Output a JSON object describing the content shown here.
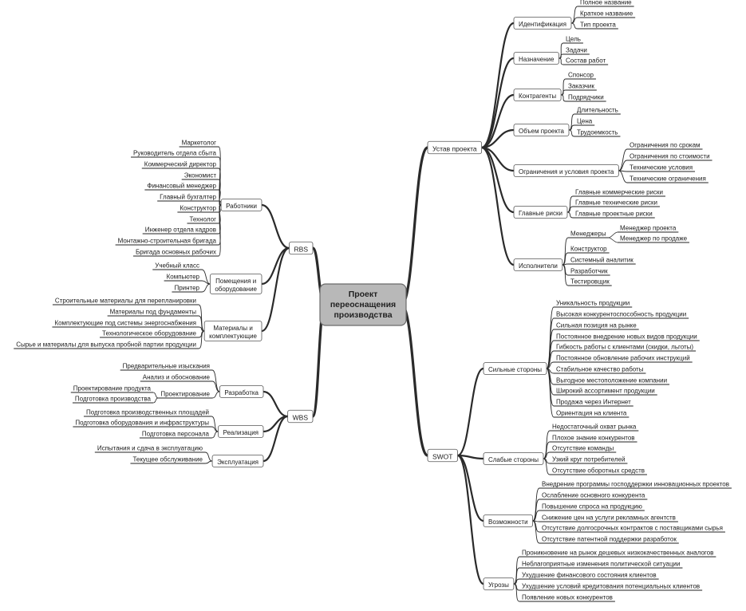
{
  "root": {
    "lines": [
      "Проект",
      "переоснащения",
      "производства"
    ]
  },
  "branches": [
    {
      "label": "Устав проекта",
      "children": [
        {
          "label": "Идентификация",
          "items": [
            "Полное название",
            "Краткое название",
            "Тип проекта"
          ]
        },
        {
          "label": "Назначение",
          "items": [
            "Цель",
            "Задачи",
            "Состав работ"
          ]
        },
        {
          "label": "Контрагенты",
          "items": [
            "Спонсор",
            "Заказчик",
            "Подрядчики"
          ]
        },
        {
          "label": "Объем проекта",
          "items": [
            "Длительность",
            "Цена",
            "Трудоемкость"
          ]
        },
        {
          "label": "Ограничения и условия проекта",
          "items": [
            "Ограничения по срокам",
            "Ограничения по стоимости",
            "Технические условия",
            "Технические ограничения"
          ]
        },
        {
          "label": "Главные риски",
          "items": [
            "Главные коммерческие риски",
            "Главные технические риски",
            "Главные проектные риски"
          ]
        },
        {
          "label": "Исполнители",
          "items": [
            "Менеджеры",
            "Конструктор",
            "Системный аналитик",
            "Разработчик",
            "Тестировщик"
          ],
          "sub": {
            "label": "Менеджеры",
            "items": [
              "Менеджер проекта",
              "Менеджер по продаже"
            ]
          }
        }
      ]
    },
    {
      "label": "SWOT",
      "children": [
        {
          "label": "Сильные стороны",
          "items": [
            "Уникальность продукции",
            "Высокая конкурентоспособность продукции",
            "Сильная позиция на рынке",
            "Постоянное внедрение новых видов продукции",
            "Гибкость работы с клиентами (скидки, льготы)",
            "Постоянное обновление рабочих инструкций",
            "Стабильное качество работы",
            "Выгодное местоположение компании",
            "Широкий ассортимент продукции",
            "Продажа через Интернет",
            "Ориентация на клиента"
          ]
        },
        {
          "label": "Слабые стороны",
          "items": [
            "Недостаточный охват рынка",
            "Плохое знание конкурентов",
            "Отсутствие команды",
            "Узкий круг потребителей",
            "Отсутствие оборотных средств"
          ]
        },
        {
          "label": "Возможности",
          "items": [
            "Внедрение программы господдержки инновационных проектов",
            "Ослабление основного конкурента",
            "Повышение спроса на продукцию",
            "Снижение цен на услуги рекламных агентств",
            "Отсутствие долгосрочных контрактов с поставщиками сырья",
            "Отсутствие патентной поддержки разработок"
          ]
        },
        {
          "label": "Угрозы",
          "items": [
            "Проникновение на рынок дешевых низкокачественных аналогов",
            "Неблагоприятные изменения политической ситуации",
            "Ухудшение финансового состояния клиентов",
            "Ухудшение условий кредитования потенциальных клиентов",
            "Появление новых конкурентов"
          ]
        }
      ]
    },
    {
      "label": "RBS",
      "children": [
        {
          "label": "Работники",
          "items": [
            "Маркетолог",
            "Руководитель отдела сбыта",
            "Коммерческий директор",
            "Экономист",
            "Финансовый менеджер",
            "Главный бухгалтер",
            "Конструктор",
            "Технолог",
            "Инженер отдела кадров",
            "Монтажно-строительная бригада",
            "Бригада основных рабочих"
          ]
        },
        {
          "label": "Помещения и оборудование",
          "lines": [
            "Помещения и",
            "оборудование"
          ],
          "items": [
            "Учебный класс",
            "Компьютер",
            "Принтер"
          ]
        },
        {
          "label": "Материалы и комплектующие",
          "lines": [
            "Материалы и",
            "комплектующие"
          ],
          "items": [
            "Строительные материалы для перепланировки",
            "Материалы под фундаменты",
            "Комплектующие под системы энергоснабжения",
            "Технологическое оборудование",
            "Сырье и материалы для выпуска пробной партии продукции"
          ]
        }
      ]
    },
    {
      "label": "WBS",
      "children": [
        {
          "label": "Разработка",
          "items": [
            "Предварительные изыскания",
            "Анализ и обоснование",
            "Проектирование"
          ],
          "sub": {
            "label": "Проектирование",
            "items": [
              "Проектирование продукта",
              "Подготовка производства"
            ]
          }
        },
        {
          "label": "Реализация",
          "items": [
            "Подготовка производственных площадей",
            "Подготовка оборудования и инфраструктуры",
            "Подготовка персонала"
          ]
        },
        {
          "label": "Эксплуатация",
          "items": [
            "Испытания и сдача в эксплуатацию",
            "Текущее обслуживание"
          ]
        }
      ]
    }
  ]
}
